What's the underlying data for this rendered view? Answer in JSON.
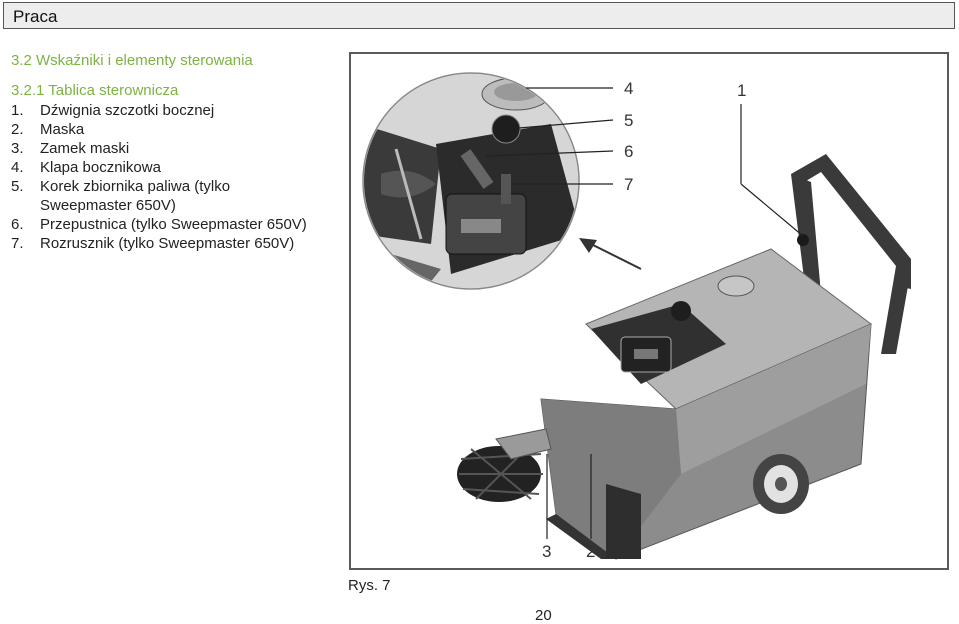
{
  "header": {
    "title": "Praca"
  },
  "section": {
    "title": "3.2 Wskaźniki i elementy sterowania"
  },
  "subsection": {
    "title": "3.2.1 Tablica sterownicza"
  },
  "legend": [
    {
      "num": "1.",
      "text": "Dźwignia szczotki bocznej"
    },
    {
      "num": "2.",
      "text": "Maska"
    },
    {
      "num": "3.",
      "text": "Zamek maski"
    },
    {
      "num": "4.",
      "text": "Klapa bocznikowa"
    },
    {
      "num": "5.",
      "text": "Korek zbiornika paliwa (tylko Sweepmaster 650V)"
    },
    {
      "num": "6.",
      "text": "Przepustnica (tylko Sweepmaster 650V)"
    },
    {
      "num": "7.",
      "text": "Rozrusznik (tylko Sweepmaster 650V)"
    }
  ],
  "figure": {
    "callouts": {
      "c1": "1",
      "c2": "2",
      "c3": "3",
      "c4": "4",
      "c5": "5",
      "c6": "6",
      "c7": "7"
    },
    "caption": "Rys. 7"
  },
  "page": {
    "number": "20"
  }
}
